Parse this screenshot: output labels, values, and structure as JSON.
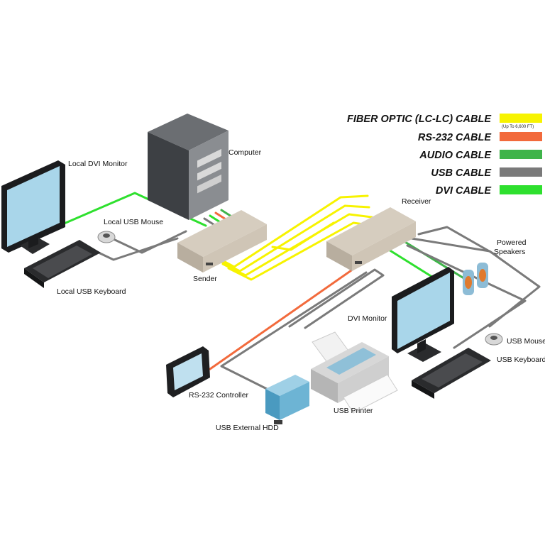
{
  "legend": {
    "items": [
      {
        "label": "FIBER OPTIC (LC-LC) CABLE",
        "sub": "(Up To 6,600 FT)",
        "color": "#f7f300"
      },
      {
        "label": "RS-232 CABLE",
        "color": "#f26a3c"
      },
      {
        "label": "AUDIO CABLE",
        "color": "#3fb44a"
      },
      {
        "label": "USB CABLE",
        "color": "#7a7a7a"
      },
      {
        "label": "DVI CABLE",
        "color": "#2ee02e"
      }
    ]
  },
  "devices": {
    "computer": "Computer",
    "local_dvi_monitor": "Local DVI Monitor",
    "local_usb_mouse": "Local USB Mouse",
    "local_usb_keyboard": "Local USB Keyboard",
    "sender": "Sender",
    "receiver": "Receiver",
    "powered_speakers_1": "Powered",
    "powered_speakers_2": "Speakers",
    "dvi_monitor": "DVI  Monitor",
    "usb_mouse": "USB Mouse",
    "usb_keyboard": "USB Keyboard",
    "rs232_controller": "RS-232 Controller",
    "usb_printer": "USB Printer",
    "usb_external_hdd": "USB External HDD"
  },
  "colors": {
    "fiber": "#f7f300",
    "rs232": "#f26a3c",
    "audio": "#3fb44a",
    "usb": "#7a7a7a",
    "dvi": "#2ee02e"
  }
}
